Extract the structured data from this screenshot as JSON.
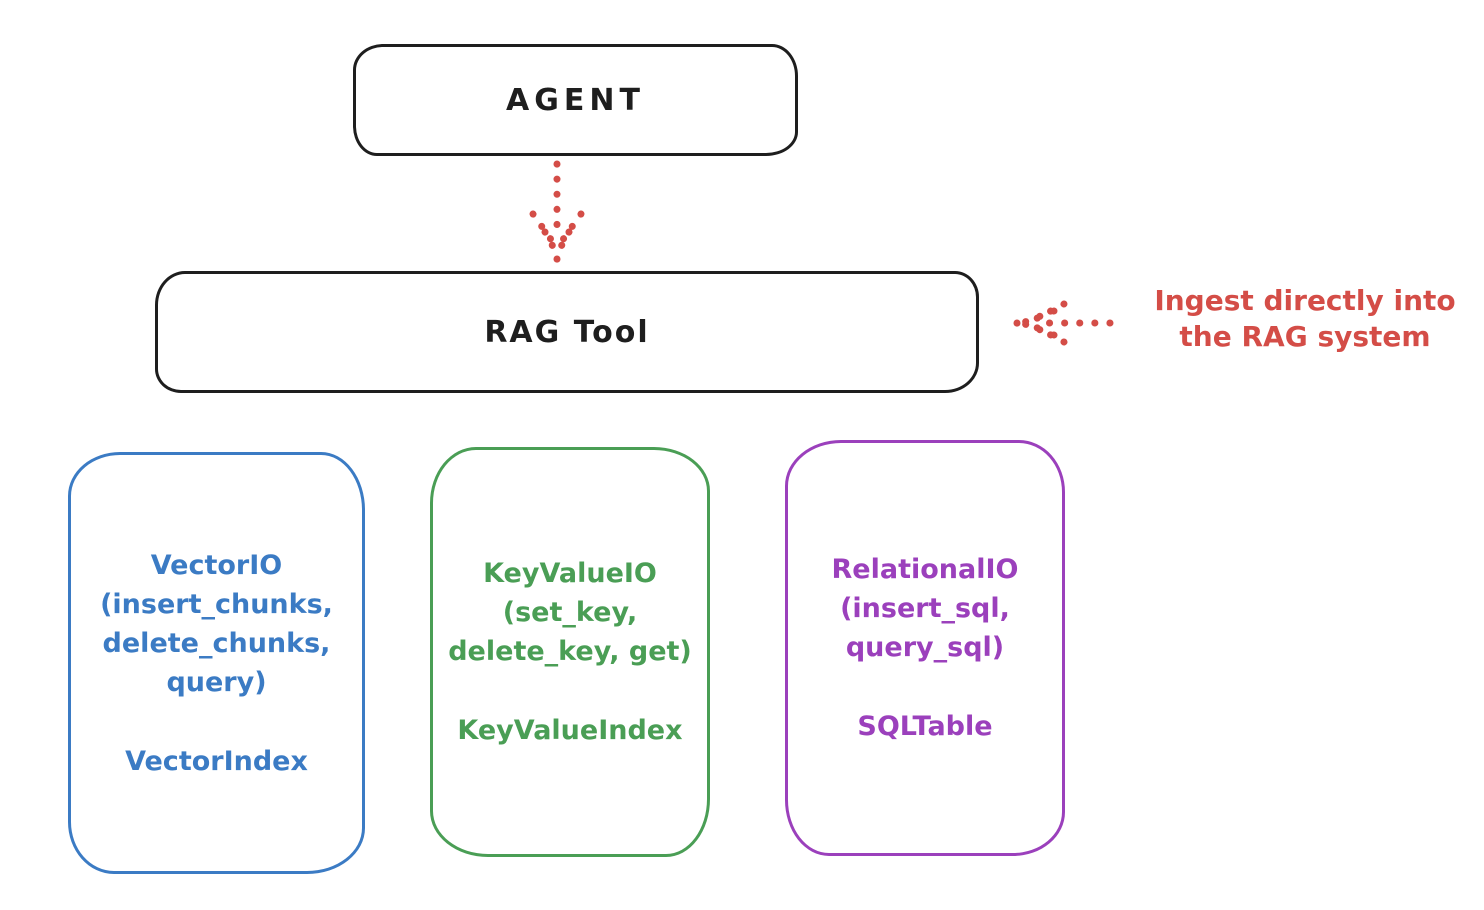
{
  "colors": {
    "ink": "#1e1e1e",
    "red": "#d44d47",
    "blue": "#3b7bc4",
    "green": "#4a9e55",
    "purple": "#9b40bc",
    "background": "#ffffff"
  },
  "nodes": {
    "agent": {
      "label": "AGENT"
    },
    "rag_tool": {
      "label": "RAG Tool"
    },
    "vector_io": {
      "title_lines": [
        "VectorIO",
        "(insert_chunks,",
        "delete_chunks,",
        "query)"
      ],
      "index_label": "VectorIndex",
      "color": "#3b7bc4"
    },
    "key_value_io": {
      "title_lines": [
        "KeyValueIO",
        "(set_key,",
        "delete_key, get)"
      ],
      "index_label": "KeyValueIndex",
      "color": "#4a9e55"
    },
    "relational_io": {
      "title_lines": [
        "RelationalIO",
        "(insert_sql,",
        "query_sql)"
      ],
      "index_label": "SQLTable",
      "color": "#9b40bc"
    }
  },
  "annotation": {
    "lines": [
      "Ingest directly into",
      "the RAG system"
    ],
    "color": "#d44d47"
  },
  "arrows": [
    {
      "name": "agent-to-rag-tool",
      "style": "dotted",
      "direction": "down",
      "color": "#d44d47"
    },
    {
      "name": "annotation-to-rag-tool",
      "style": "dotted",
      "direction": "left",
      "color": "#d44d47"
    }
  ]
}
